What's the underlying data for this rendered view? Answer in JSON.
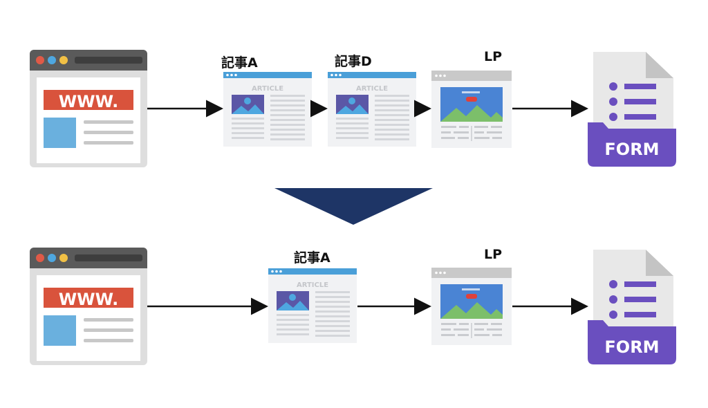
{
  "labels": {
    "article_a": "記事A",
    "article_d": "記事D",
    "lp": "LP"
  },
  "icons": {
    "browser_url": "WWW.",
    "article_header": "ARTICLE",
    "form": "FORM"
  },
  "colors": {
    "browser_bar": "#5a5a5a",
    "browser_frame": "#e0e0e0",
    "url_red": "#d9533c",
    "image_blue": "#6ab0de",
    "article_header_blue": "#4a9fd8",
    "form_purple": "#6a4fbf",
    "funnel_navy": "#1e3566",
    "arrow": "#111111"
  }
}
